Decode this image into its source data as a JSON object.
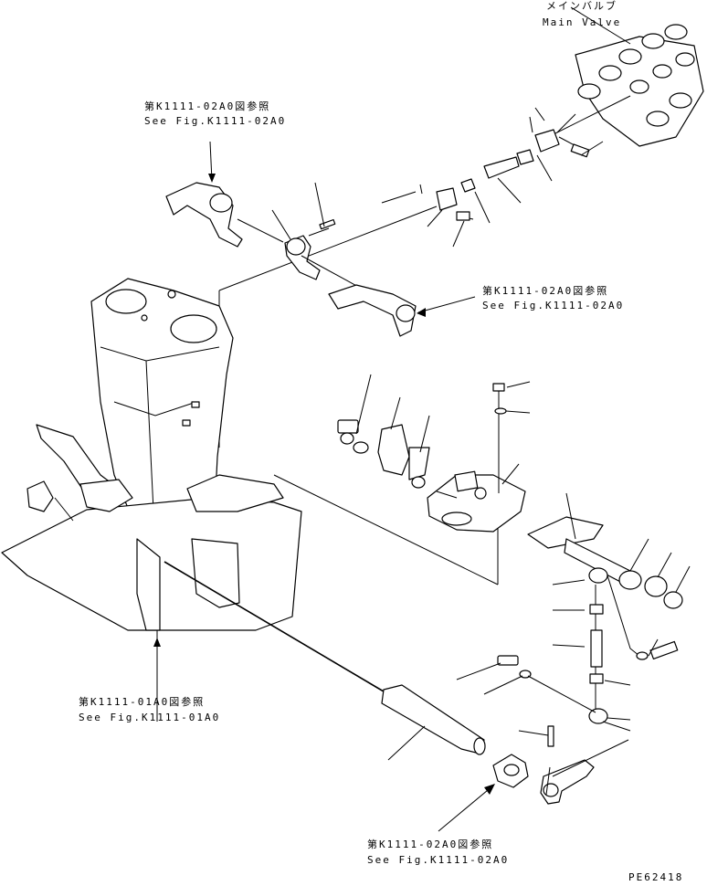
{
  "main_valve": {
    "jp": "メインバルブ",
    "en": "Main Valve"
  },
  "ref_top": {
    "jp": "第K1111-02A0図参照",
    "en": "See Fig.K1111-02A0"
  },
  "ref_right": {
    "jp": "第K1111-02A0図参照",
    "en": "See Fig.K1111-02A0"
  },
  "ref_left": {
    "jp": "第K1111-01A0図参照",
    "en": "See Fig.K1111-01A0"
  },
  "ref_bottom": {
    "jp": "第K1111-02A0図参照",
    "en": "See Fig.K1111-02A0"
  },
  "part_number": "PE62418"
}
